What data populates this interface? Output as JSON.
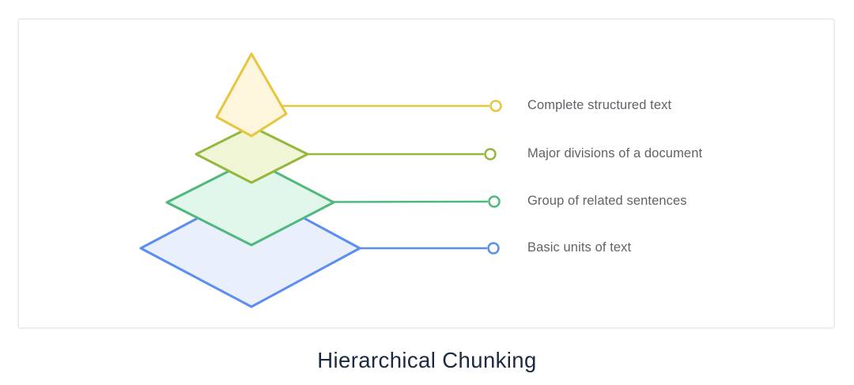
{
  "title": {
    "text": "Hierarchical Chunking",
    "color": "#1b2a41"
  },
  "diagram": {
    "label_color": "#5f6368",
    "levels": [
      {
        "label": "Complete structured text",
        "stroke": "#e6c63e",
        "fill": "#fdf6dd"
      },
      {
        "label": "Major divisions of a document",
        "stroke": "#94b73e",
        "fill": "#eff5d5"
      },
      {
        "label": "Group of related sentences",
        "stroke": "#4fb97d",
        "fill": "#e2f7eb"
      },
      {
        "label": "Basic units of text",
        "stroke": "#5c8df0",
        "fill": "#e9effb"
      }
    ]
  }
}
